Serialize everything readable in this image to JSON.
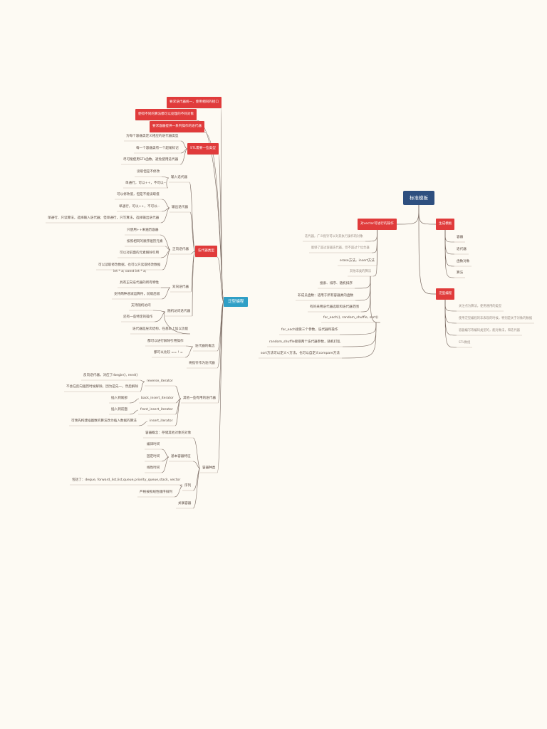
{
  "colors": {
    "background": "#fdfaf3",
    "red": "#e03b3b",
    "blue": "#2f9fc6",
    "navy": "#2e4f7f",
    "line": "#7a6a62",
    "underline": "#c9b9ad"
  },
  "left": {
    "root": "泛型编程",
    "stl_section": "STL需要一些类型",
    "stl_items": [
      "要求迭代器统一，使用相同的接口",
      "使得不同的算法都可以处理的不同对象",
      "要求容器提供一系列操作的迭代器",
      "为每个容器类定义相应的迭代器类型",
      "每一个容器类有一个超尾标记",
      "尽可能使用STL函数，避免使用迭代器"
    ],
    "iterator_types": "迭代器类型",
    "input_iter": "输入迭代器",
    "input_items": [
      "读取但是不修改",
      "单通行，可以++，不可以--"
    ],
    "output_iter": "输出迭代器",
    "output_items": [
      "可以修改值，但是不能读取值",
      "单通行，可以++，不可以--",
      "单通行、只读算法，选择输入迭代器；但单通行，只写算法，选择输出迭代器"
    ],
    "forward_iter": "正向迭代器",
    "forward_items": [
      "只使用++来遍历容器",
      "按照相同的顺序遍历元素",
      "可以对前面的元素解除引用",
      "可以读取修改数据，也可以只读取修改数据",
      "int * a; const int * a;"
    ],
    "bidir_iter": "双向迭代器",
    "bidir_items": [
      "具有正向迭代器的所有特性",
      "支持两种递减运算符，前缀后缀"
    ],
    "random_iter": "随机访问迭代器",
    "random_items": [
      "支持随机访问",
      "还有一些特定的操作",
      "迭代器是层次结构，在基本上加以功能"
    ],
    "concept": "迭代器的概念",
    "concept_items": [
      "都可以进行解除引用操作",
      "都可以比较 ==  !  ="
    ],
    "pointer_iter": "将指针作为迭代器",
    "other_iter": "其他一些有用的迭代器",
    "reverse": "reverse_iterator",
    "reverse_items": [
      "反向迭代器，对应了rbegin(), rend()",
      "不会在反向遍历时候解除，因为是先一，然后解除"
    ],
    "back": "back_insert_iterator",
    "back_item": "插入到尾部",
    "front": "front_insert_iterator",
    "front_item": "插入到前面",
    "insert": "insert_iterator",
    "insert_item": "可预先构建插图数的算法改为插入数据的算法",
    "container": "容器种类",
    "container_item": "容器概念：存储其他对象的对象",
    "basic": "基本容器特征",
    "basic_items": [
      "编译时间",
      "固定时间",
      "线性时间"
    ],
    "sequence": "序列",
    "sequence_items": [
      "包括了：deque, forward_list,list,queue,priority_queue,stack, vector",
      "严格按照线性顺序排列"
    ],
    "assoc": "关联容器"
  },
  "right": {
    "root": "标准模板",
    "vector_ops": "对vector可进行的操作",
    "vector_items": [
      "迭代器，广义指针可以对其执行操作的对象",
      "能够了超过容器迭代器，但不超过个位合器",
      "erase方法，insert方法",
      "其他非类的算法"
    ],
    "algo_items": [
      "搜索、排序、随机排序",
      "非成员函数：适用于所有容器类的函数",
      "有的采用迭代器选取和迭代器范围",
      "for_each(), random_shuffle, sort()"
    ],
    "algo_sub": [
      "for_each接受三个参数，迭代器和操作",
      "random_shuffle接受两个迭代器参数，随机打乱",
      "sort方法可以定义<方法，也可以自定义compare方法"
    ],
    "stl": "生成模板",
    "stl_items": [
      "容器",
      "迭代器",
      "函数对象",
      "算法"
    ],
    "generic": "泛型编程",
    "generic_items": [
      "关注点为算法，使用通用的类型",
      "使用泛型编程的非表现的时候，特别是关于对象的数据",
      "容器编写等编码类型的，能对象法，和迭代器",
      "STL数组"
    ]
  }
}
